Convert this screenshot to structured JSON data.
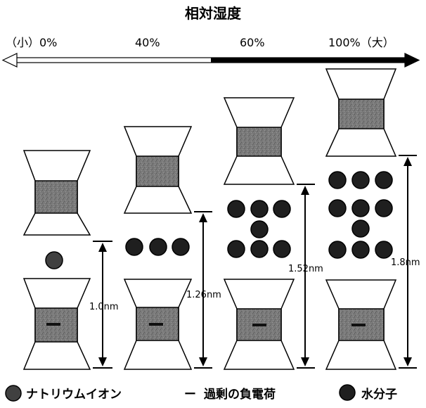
{
  "title": "相対湿度",
  "axis": {
    "ticks": [
      {
        "label": "（小）0%"
      },
      {
        "label": "40%"
      },
      {
        "label": "60%"
      },
      {
        "label": "100%（大）"
      }
    ]
  },
  "columns": [
    {
      "humidity": "0%",
      "spacing_label": "1.0nm",
      "water_molecules": 0
    },
    {
      "humidity": "40%",
      "spacing_label": "1.26nm",
      "water_molecules": 3
    },
    {
      "humidity": "60%",
      "spacing_label": "1.52nm",
      "water_molecules": 7
    },
    {
      "humidity": "100%",
      "spacing_label": "1.8nm",
      "water_molecules": 10
    }
  ],
  "legend": {
    "sodium_ion": "ナトリウムイオン",
    "negative_charge_symbol": "ー",
    "negative_charge": "過剰の負電荷",
    "water_molecule": "水分子"
  },
  "colors": {
    "ink": "#000000",
    "layer_fill": "#7a7a7a",
    "water": "#1f1f1f",
    "sodium": "#404040"
  }
}
